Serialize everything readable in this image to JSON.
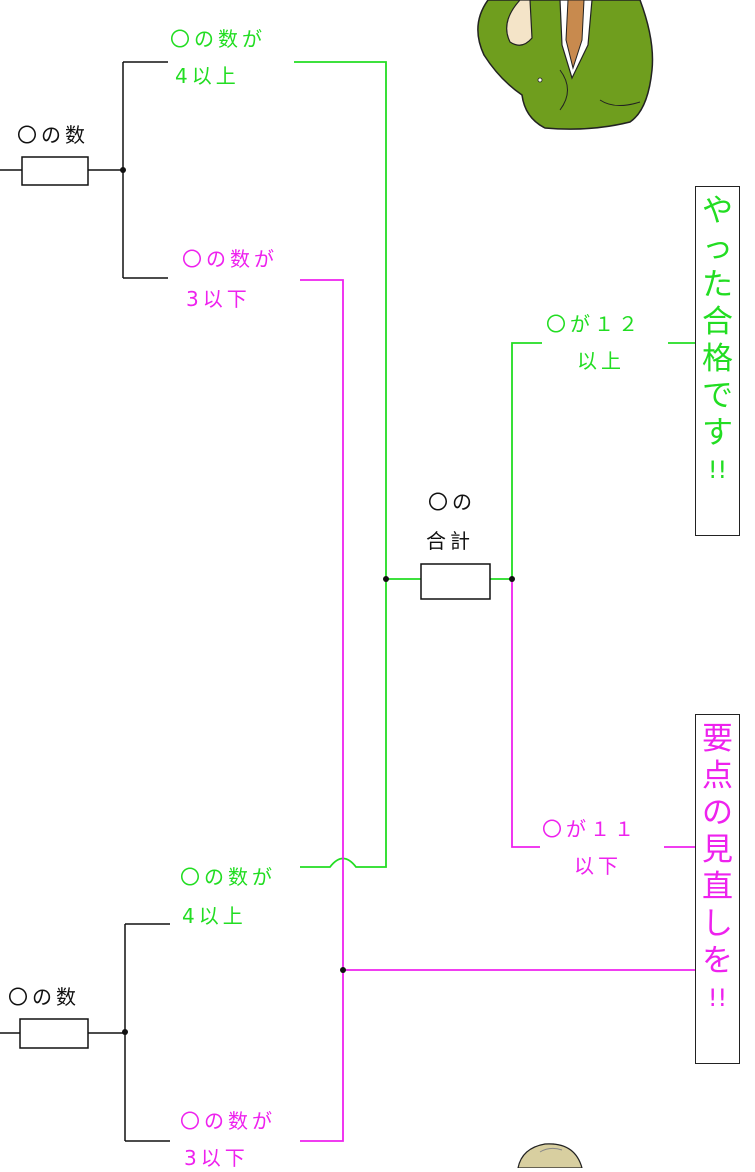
{
  "colors": {
    "pass": "#22dd22",
    "fail": "#ee22ee",
    "wire": "#111111",
    "suit": "#6f9e1e"
  },
  "top_block": {
    "count_label": "〇の数",
    "branch_high": {
      "line1": "〇の数が",
      "line2": "4以上"
    },
    "branch_low": {
      "line1": "〇の数が",
      "line2": "3以下"
    }
  },
  "bottom_block": {
    "count_label": "〇の数",
    "branch_high": {
      "line1": "〇の数が",
      "line2": "4以上"
    },
    "branch_low": {
      "line1": "〇の数が",
      "line2": "3以下"
    }
  },
  "total": {
    "line1": "〇の",
    "line2": "合計"
  },
  "pass_branch": {
    "line1": "〇が１２",
    "line2": "以上"
  },
  "fail_branch": {
    "line1": "〇が１１",
    "line2": "以下"
  },
  "pass_box": [
    "や",
    "っ",
    "た",
    "合",
    "格",
    "で",
    "す",
    "!!"
  ],
  "fail_box": [
    "要",
    "点",
    "の",
    "見",
    "直",
    "し",
    "を",
    "!!"
  ],
  "icons": [
    "businessman-illustration",
    "bald-man-illustration"
  ]
}
